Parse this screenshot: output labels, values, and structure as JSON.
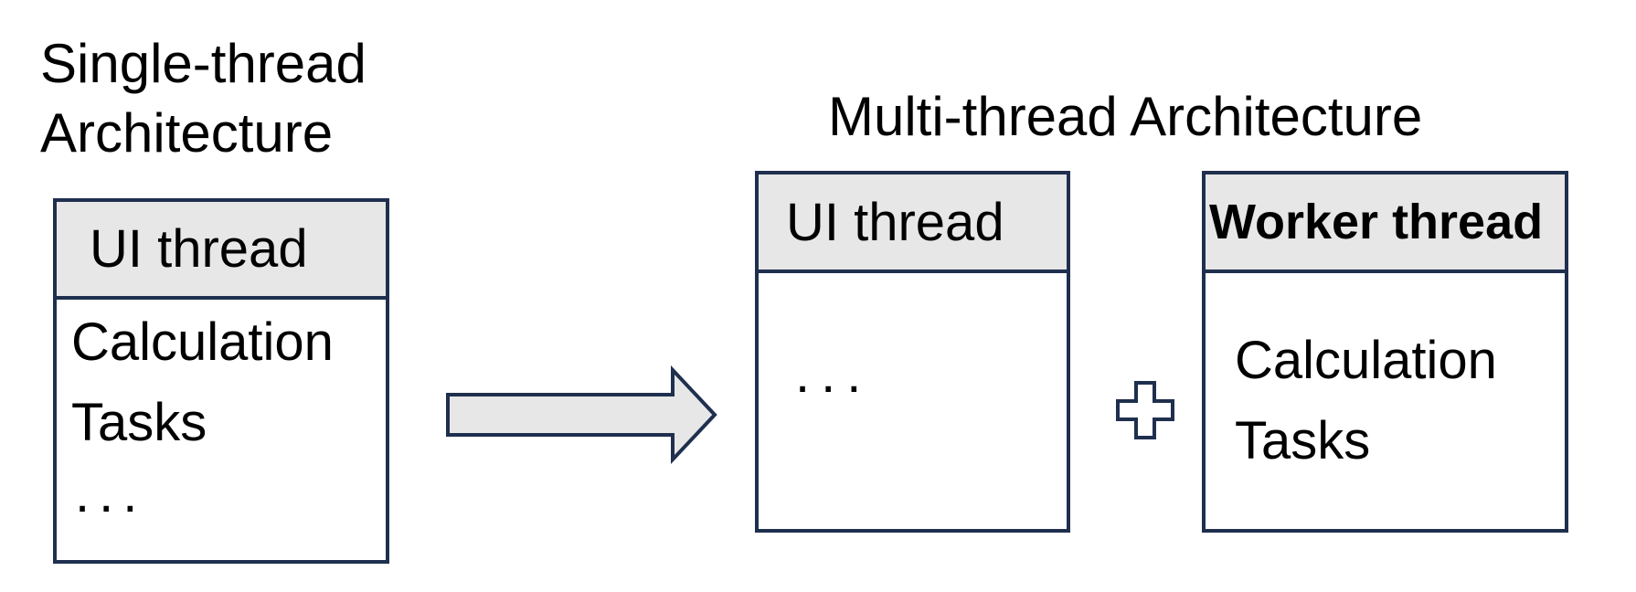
{
  "single": {
    "title_line1": "Single-thread",
    "title_line2": "Architecture",
    "header": "UI thread",
    "body_line1": "Calculation",
    "body_line2": "Tasks",
    "ellipsis": "..."
  },
  "multi": {
    "title": "Multi-thread Architecture",
    "ui_header": "UI thread",
    "ui_ellipsis": "...",
    "worker_header": "Worker thread",
    "worker_body_line1": "Calculation",
    "worker_body_line2": "Tasks"
  },
  "colors": {
    "outline": "#1f2f4e",
    "fill": "#e7e7e7"
  }
}
